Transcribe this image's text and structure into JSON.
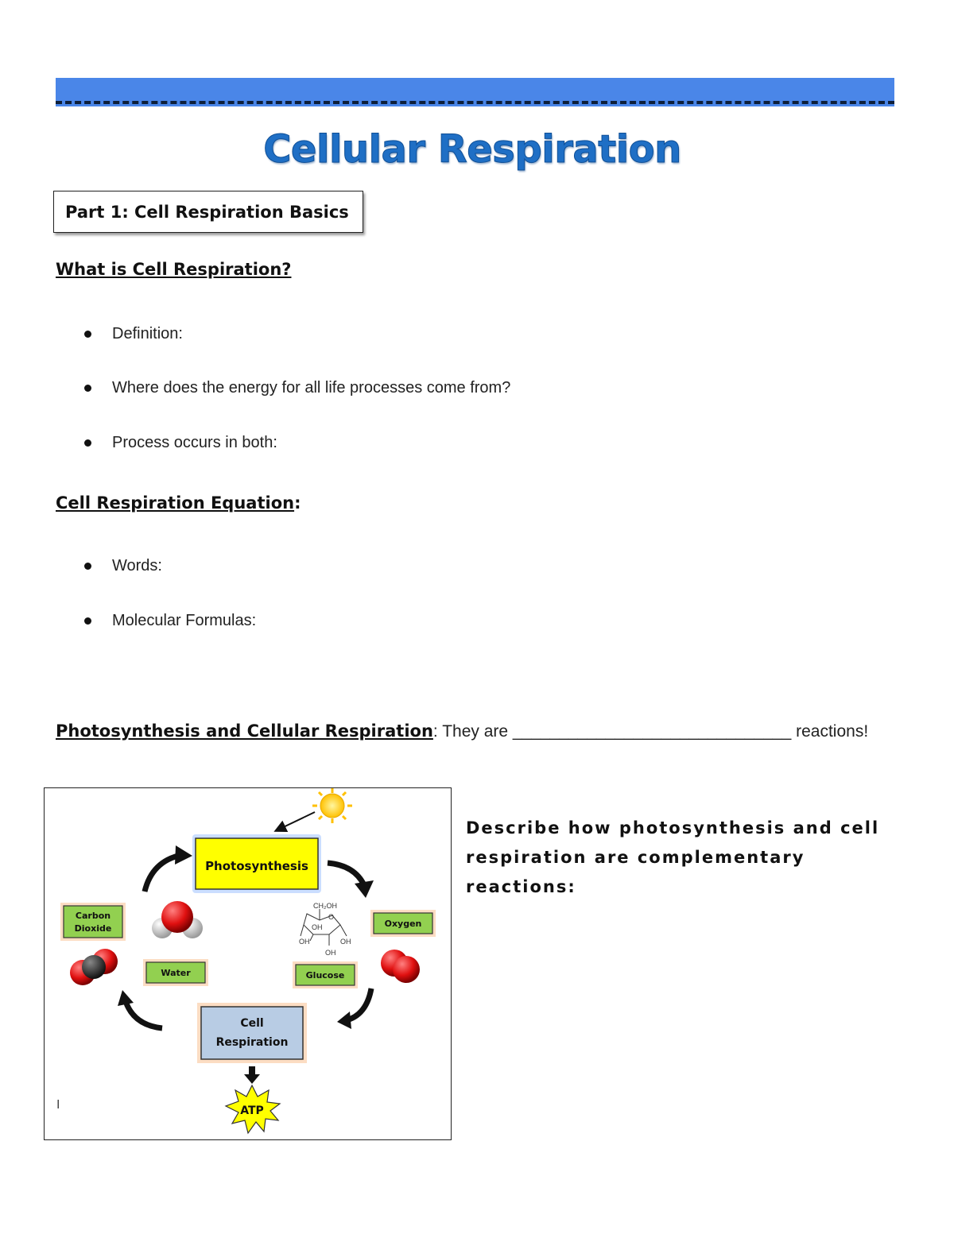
{
  "document": {
    "title": "Cellular Respiration",
    "part_label": "Part 1: Cell Respiration Basics"
  },
  "section1": {
    "heading": "What is Cell Respiration?",
    "bullets": [
      "Definition:",
      "Where does the energy for all life processes come from?",
      "Process occurs in both:"
    ]
  },
  "section2": {
    "heading": "Cell Respiration Equation",
    "colon": ":",
    "bullets": [
      "Words:",
      "Molecular Formulas:"
    ]
  },
  "section3": {
    "heading": "Photosynthesis and Cellular Respiration",
    "text": ": They are ______________________________ reactions!"
  },
  "diagram": {
    "photosynthesis": "Photosynthesis",
    "cell_respiration_line1": "Cell",
    "cell_respiration_line2": "Respiration",
    "carbon_dioxide_line1": "Carbon",
    "carbon_dioxide_line2": "Dioxide",
    "water": "Water",
    "oxygen": "Oxygen",
    "glucose": "Glucose",
    "atp": "ATP",
    "glucose_labels": {
      "ch2oh": "CH₂OH",
      "o": "O",
      "oh_1": "OH",
      "oh_2": "OH",
      "oh_3": "OH",
      "oh_4": "OH"
    },
    "cursor_mark": "I",
    "colors": {
      "photosynthesis_box": "#ffff00",
      "respiration_box": "#b8cce4",
      "label_box": "#92d050",
      "sun": "#ffd700",
      "oxygen_atom": "#e01010",
      "carbon_atom": "#222222"
    }
  },
  "prompt": {
    "text": "Describe how photosynthesis and cell respiration are complementary reactions:"
  },
  "colors": {
    "banner": "#4a86e8",
    "title": "#1f6fc5"
  }
}
